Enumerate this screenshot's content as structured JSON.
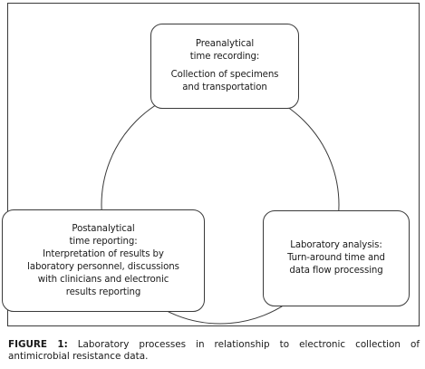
{
  "diagram": {
    "nodes": {
      "preanalytical": {
        "heading": [
          "Preanalytical",
          "time recording:"
        ],
        "body": [
          "Collection of specimens",
          "and transportation"
        ]
      },
      "laboratory": {
        "heading": [
          "Laboratory analysis:"
        ],
        "body": [
          "Turn-around time and",
          "data flow processing"
        ]
      },
      "postanalytical": {
        "heading": [
          "Postanalytical",
          "time reporting:"
        ],
        "body": [
          "Interpretation of results by",
          "laboratory personnel, discussions",
          "with clinicians and electronic",
          "results reporting"
        ]
      }
    },
    "connector": "circle"
  },
  "caption": {
    "label": "FIGURE 1:",
    "text": "Laboratory processes in relationship to electronic collection of antimicrobial resistance data."
  },
  "colors": {
    "line": "#3a3a3a",
    "text": "#1a1a1a",
    "background": "#ffffff"
  }
}
